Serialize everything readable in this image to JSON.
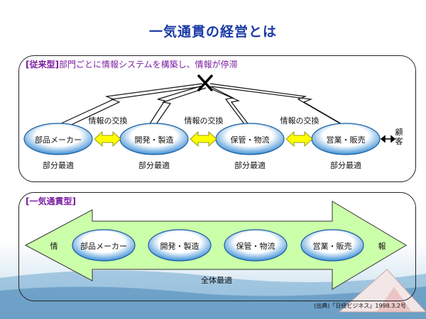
{
  "title": "一気通貫の経営とは",
  "top": {
    "bracket_label": "[従来型]",
    "description": "部門ごとに情報システムを構築し、情報が停滞",
    "nodes": [
      "部品メーカー",
      "開発・製造",
      "保管・物流",
      "営業・販売"
    ],
    "exchange_label": "情報の交換",
    "partial_label": "部分最適",
    "customer_label": "顧客"
  },
  "bottom": {
    "bracket_label": "[一気通貫型]",
    "nodes": [
      "部品メーカー",
      "開発・製造",
      "保管・物流",
      "営業・販売"
    ],
    "left_label": "情",
    "right_label": "報",
    "overall_label": "全体最適"
  },
  "source": "(出典)「日経ビジネス」1998.3.2号",
  "colors": {
    "title": "#1a3aa6",
    "heading": "#7b1fa2",
    "node_fill": "#3d8fd6",
    "exchange_arrow": "#ffff00",
    "big_arrow": "#ccffaa",
    "cross": "#000000"
  }
}
